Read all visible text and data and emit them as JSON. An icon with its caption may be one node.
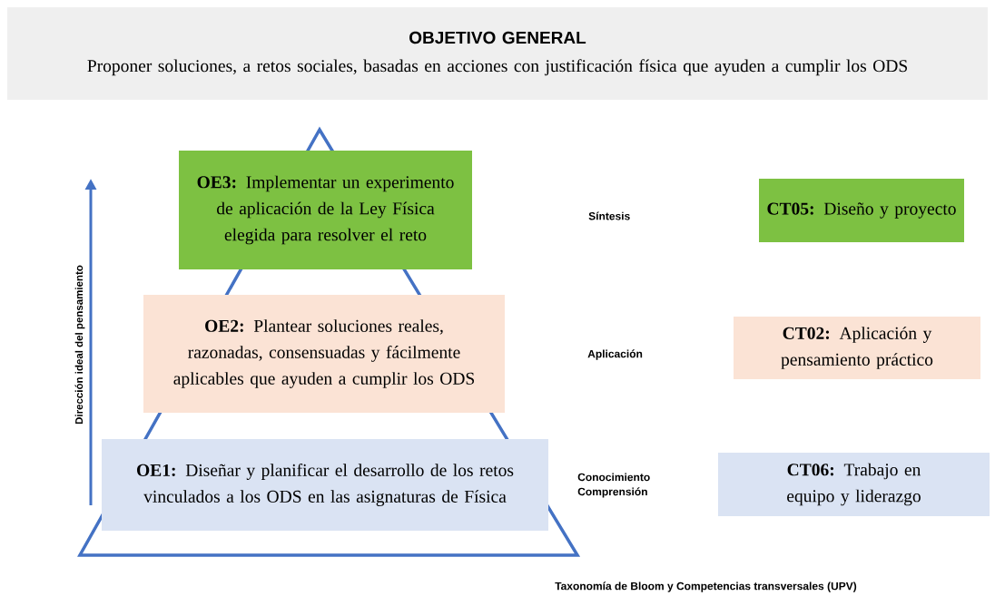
{
  "diagram": {
    "nodes": [
      {
        "text": [
          "OBJETIVO GENERAL",
          "Proponer soluciones, a retos sociales, basadas en acciones con justificación física que ayuden a cumplir los ODS"
        ]
      },
      {
        "text": [
          "**OE3:** Implementar un experimento de aplicación de la Ley Física elegida para resolver el reto"
        ]
      },
      {
        "text": [
          "**OE2:** Plantear soluciones reales, razonadas, consensuadas y fácilmente aplicables que ayuden a cumplir los ODS"
        ]
      },
      {
        "text": [
          "**OE1:** Diseñar y planificar el desarrollo de los retos vinculados a los ODS en las asignaturas de Física"
        ]
      },
      {
        "text": [
          "**CT05:** Diseño y proyecto"
        ]
      },
      {
        "text": [
          "**CT02:** Aplicación  y pensamiento práctico"
        ]
      },
      {
        "text": [
          "**CT06:** Trabajo en equipo y liderazgo"
        ]
      }
    ],
    "labels": [
      "Dirección ideal del pensamiento",
      "Síntesis",
      "Aplicación",
      "Conocimiento Comprensión",
      "Taxonomía de Bloom y Competencias transversales (UPV)"
    ]
  }
}
